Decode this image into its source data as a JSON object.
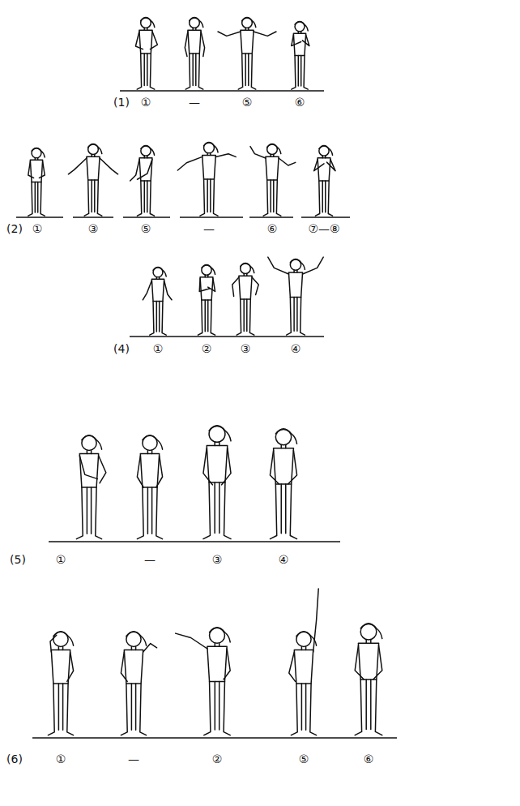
{
  "diagram": {
    "labels": [
      "(1)",
      "①",
      "—",
      "⑤",
      "⑥",
      "(2)",
      "①",
      "③",
      "⑤",
      "—",
      "⑥",
      "⑦—⑧",
      "(4)",
      "①",
      "②",
      "③",
      "④",
      "(5)",
      "①",
      "—",
      "③",
      "④",
      "(6)",
      "①",
      "—",
      "②",
      "⑤",
      "⑥"
    ]
  }
}
